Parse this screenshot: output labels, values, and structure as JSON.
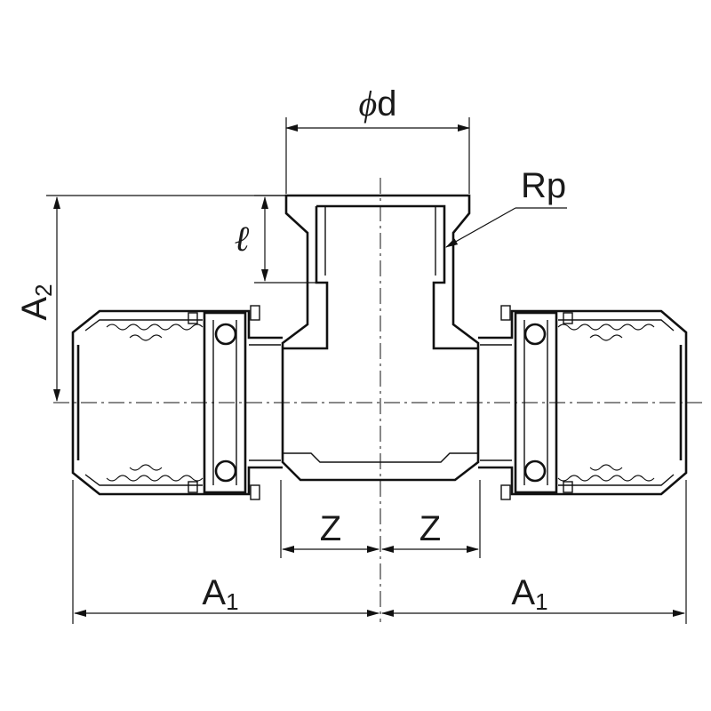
{
  "dimensions": {
    "diameter": {
      "symbol": "ϕ",
      "letter": "d"
    },
    "thread_label": "Rp",
    "thread_length": "ℓ",
    "a2": {
      "main": "A",
      "sub": "2"
    },
    "z_left": "Z",
    "z_right": "Z",
    "a1_left": {
      "main": "A",
      "sub": "1"
    },
    "a1_right": {
      "main": "A",
      "sub": "1"
    }
  }
}
